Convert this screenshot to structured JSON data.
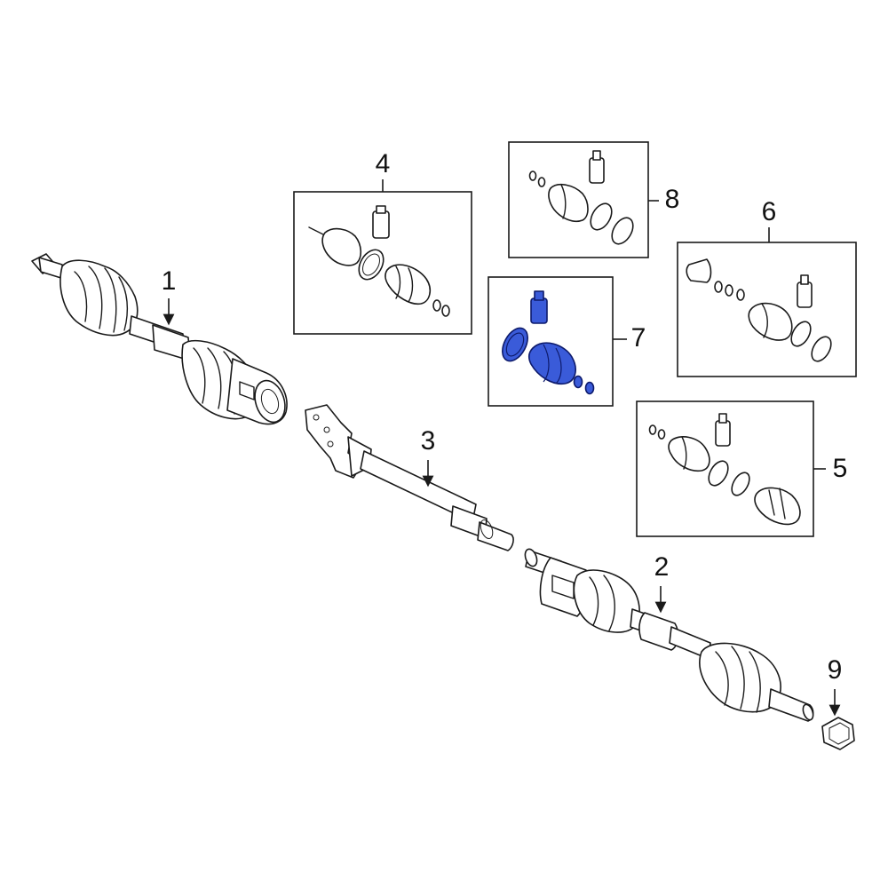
{
  "diagram": {
    "callouts": [
      {
        "id": "1",
        "label": "1"
      },
      {
        "id": "2",
        "label": "2"
      },
      {
        "id": "3",
        "label": "3"
      },
      {
        "id": "4",
        "label": "4"
      },
      {
        "id": "5",
        "label": "5"
      },
      {
        "id": "6",
        "label": "6"
      },
      {
        "id": "7",
        "label": "7"
      },
      {
        "id": "8",
        "label": "8"
      },
      {
        "id": "9",
        "label": "9"
      }
    ],
    "highlight_color": "#3a5bd9",
    "highlighted_callout": "7"
  }
}
